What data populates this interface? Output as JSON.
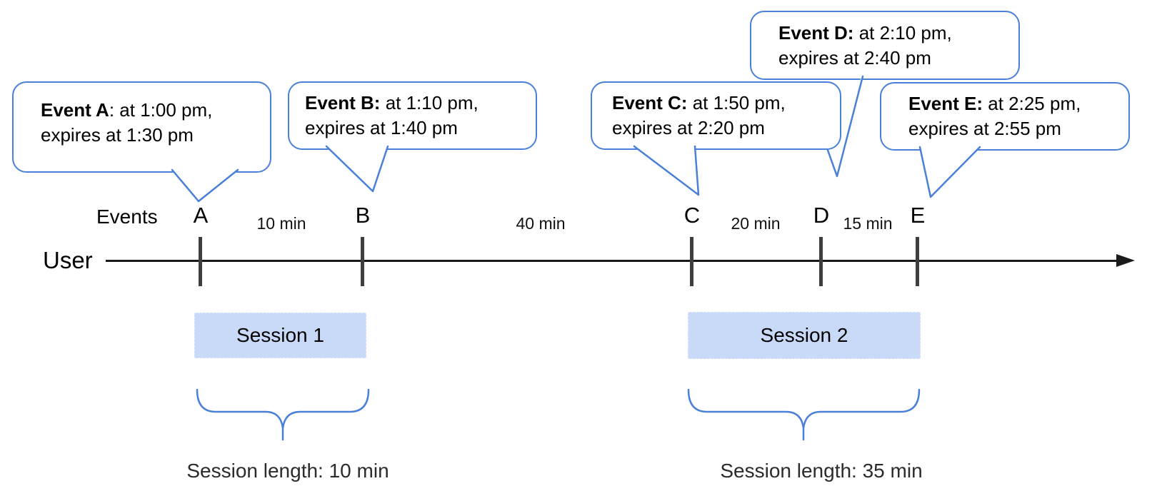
{
  "diagram": {
    "events_axis_label": "Events",
    "user_label": "User",
    "callouts": [
      {
        "bold": "Event A",
        "rest": ": at 1:00 pm,",
        "line2": "expires at 1:30 pm"
      },
      {
        "bold": "Event B:",
        "rest": " at 1:10 pm,",
        "line2": "expires at 1:40 pm"
      },
      {
        "bold": "Event C:",
        "rest": " at 1:50 pm,",
        "line2": "expires at 2:20 pm"
      },
      {
        "bold": "Event D:",
        "rest": " at 2:10 pm,",
        "line2": "expires at 2:40 pm"
      },
      {
        "bold": "Event E:",
        "rest": " at 2:25 pm,",
        "line2": "expires at 2:55 pm"
      }
    ],
    "tick_labels": [
      "A",
      "B",
      "C",
      "D",
      "E"
    ],
    "durations": {
      "a_to_b": "10 min",
      "b_to_c": "40 min",
      "c_to_d": "20 min",
      "d_to_e": "15 min"
    },
    "sessions": [
      {
        "label": "Session 1",
        "length_label": "Session length: 10 min"
      },
      {
        "label": "Session 2",
        "length_label": "Session length: 35 min"
      }
    ],
    "colors": {
      "accent_blue": "#4a80d9",
      "session_fill": "#c9daf8",
      "tick_gray": "#3e3e3e",
      "line_black": "#1a1a1a"
    }
  }
}
